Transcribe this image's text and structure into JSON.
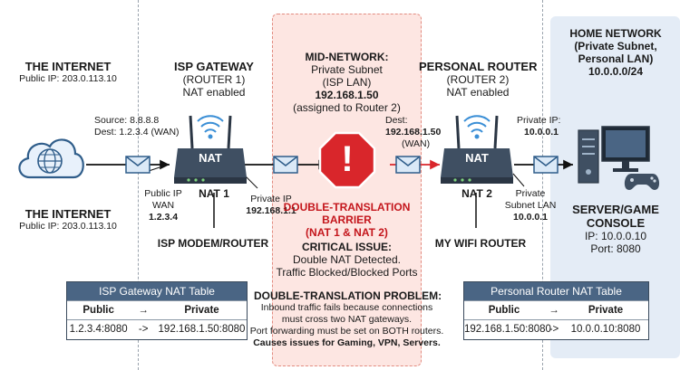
{
  "left": {
    "title": "THE INTERNET",
    "public_ip": "Public IP: 203.0.113.10",
    "title_lower": "THE INTERNET",
    "public_ip_lower": "Public IP: 203.0.113.10"
  },
  "router1": {
    "title_line1": "ISP GATEWAY",
    "title_line2": "(ROUTER 1)",
    "title_line3": "NAT enabled",
    "nat_label": "NAT",
    "name": "NAT 1",
    "caption": "ISP MODEM/ROUTER",
    "wan_line1": "Public IP",
    "wan_line2": "WAN",
    "wan_line3": "1.2.3.4",
    "private_line1": "Private IP",
    "private_line2": "192.168.1.1"
  },
  "packet1": {
    "source": "Source: 8.8.8.8",
    "dest": "Dest: 1.2.3.4 (WAN)"
  },
  "mid": {
    "line1": "MID-NETWORK:",
    "line2": "Private Subnet",
    "line3": "(ISP LAN)",
    "line4": "192.168.1.50",
    "line5": "(assigned to Router 2)",
    "barrier1": "DOUBLE-TRANSLATION",
    "barrier2": "BARRIER",
    "barrier3": "(NAT 1 & NAT 2)",
    "critical": "CRITICAL ISSUE:",
    "critical2": "Double NAT Detected.",
    "critical3": "Traffic Blocked/Blocked Ports",
    "warning_glyph": "!"
  },
  "packet2": {
    "line1": "Dest:",
    "line2": "192.168.1.50",
    "line3": "(WAN)"
  },
  "router2": {
    "title_line1": "PERSONAL ROUTER",
    "title_line2": "(ROUTER 2)",
    "title_line3": "NAT enabled",
    "nat_label": "NAT",
    "name": "NAT 2",
    "caption": "MY WIFI ROUTER",
    "private_line1": "Private IP:",
    "private_line2": "10.0.0.1",
    "subnet_line1": "Private",
    "subnet_line2": "Subnet LAN",
    "subnet_line3": "10.0.0.1"
  },
  "home": {
    "title": "HOME NETWORK",
    "line2": "(Private Subnet,",
    "line3": "Personal LAN)",
    "line4": "10.0.0.0/24",
    "device_line1": "SERVER/GAME",
    "device_line2": "CONSOLE",
    "ip": "IP: 10.0.0.10",
    "port": "Port: 8080"
  },
  "isp_table": {
    "title": "ISP Gateway NAT Table",
    "col1": "Public",
    "arrow": "→",
    "col2": "Private",
    "row_public": "1.2.3.4:8080",
    "row_arrow": "->",
    "row_private": "192.168.1.50:8080"
  },
  "personal_table": {
    "title": "Personal Router NAT Table",
    "col1": "Public",
    "arrow": "→",
    "col2": "Private",
    "row_public": "192.168.1.50:8080",
    "row_arrow": "->",
    "row_private": "10.0.0.10:8080"
  },
  "problem": {
    "title": "DOUBLE-TRANSLATION PROBLEM:",
    "line1": "Inbound traffic fails because connections",
    "line2": "must cross two NAT gateways.",
    "line3": "Port forwarding must be set on BOTH routers.",
    "line4": "Causes issues for Gaming, VPN, Servers."
  },
  "colors": {
    "router_body": "#3f4f62",
    "wifi": "#3b8fd6",
    "envelope": "#dbe9f7",
    "warning": "#d9262b",
    "red_text": "#c4161c",
    "table_header": "#4a6584"
  }
}
